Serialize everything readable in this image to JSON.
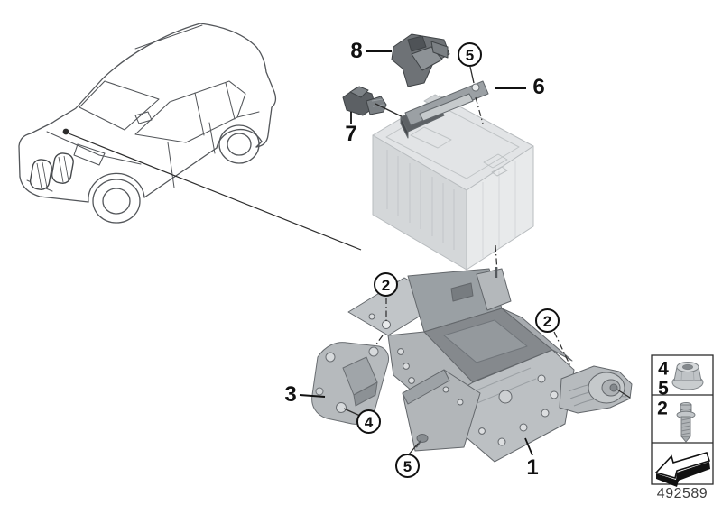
{
  "callouts": {
    "battery_tray": "1",
    "screw_front_left": "2",
    "screw_rear_right": "2",
    "support_bracket": "3",
    "nut_on_bracket": "4",
    "nut_battery_clamp": "5",
    "nut_on_stud": "5",
    "battery_clamp": "6",
    "battery_sensor_plug": "7",
    "holder_clip": "8"
  },
  "legend": {
    "nut_row": {
      "labels": [
        "4",
        "5"
      ],
      "icon": "flange-nut-icon"
    },
    "screw_row": {
      "labels": [
        "2"
      ],
      "icon": "torx-screw-icon"
    },
    "direction_row": {
      "icon": "driving-direction-arrow-icon"
    }
  },
  "footer": {
    "diagram_number": "492589"
  },
  "colors": {
    "line": "#46494c",
    "part_gray": "#b2b6b9",
    "part_gray_dark": "#8a8f93",
    "dark_plastic": "#65696d",
    "battery_ghost": "#d9dcde",
    "callout_border": "#111111",
    "background": "#ffffff"
  }
}
